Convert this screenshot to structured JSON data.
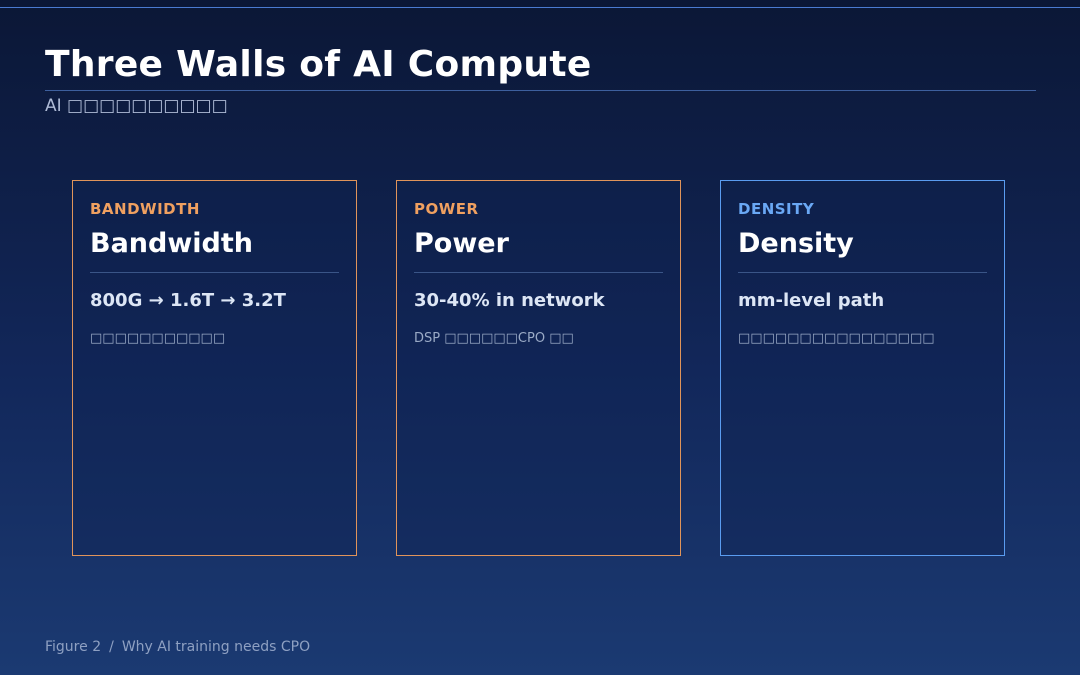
{
  "header": {
    "title": "Three Walls of AI Compute",
    "subtitle": "AI □□□□□□□□□□"
  },
  "cards": [
    {
      "tag": "BANDWIDTH",
      "title": "Bandwidth",
      "metric": "800G → 1.6T → 3.2T",
      "note": "□□□□□□□□□□□",
      "accent": "#e0945a"
    },
    {
      "tag": "POWER",
      "title": "Power",
      "metric": "30-40% in network",
      "note": "DSP □□□□□□CPO □□",
      "accent": "#e0945a"
    },
    {
      "tag": "DENSITY",
      "title": "Density",
      "metric": "mm-level path",
      "note": "□□□□□□□□□□□□□□□□",
      "accent": "#5a9cf0"
    }
  ],
  "footer": {
    "figure_label": "Figure 2",
    "separator": "/",
    "caption": "Why AI training needs CPO"
  },
  "colors": {
    "background_top": "#0b1736",
    "background_bottom": "#1b3a72",
    "orange_accent": "#e0945a",
    "blue_accent": "#5a9cf0"
  }
}
